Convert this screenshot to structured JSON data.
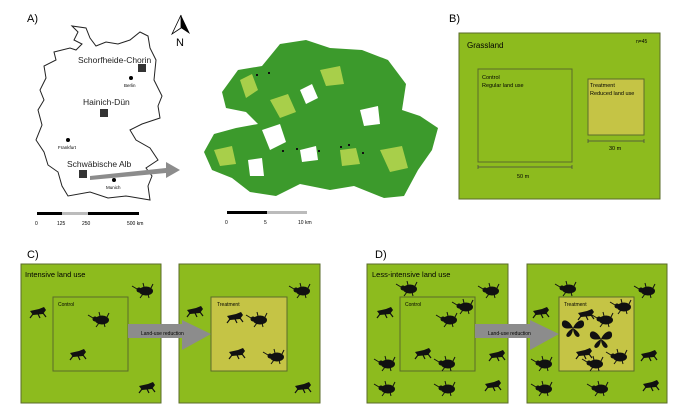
{
  "panelA": {
    "label": "A)",
    "north": "N",
    "sites": [
      "Schorfheide-Chorin",
      "Hainich-Dün",
      "Schwäbische Alb"
    ],
    "cities": [
      "Berlin",
      "Frankfurt",
      "Munich"
    ],
    "scale_germany": [
      "0",
      "125",
      "250",
      "500 km"
    ],
    "scale_region": [
      "0",
      "5",
      "10 km"
    ]
  },
  "panelB": {
    "label": "B)",
    "title": "Grassland",
    "n": "n=45",
    "control_1": "Control",
    "control_2": "Regular land use",
    "treatment_1": "Treatment",
    "treatment_2": "Reduced land use",
    "control_size": "50 m",
    "treatment_size": "30 m"
  },
  "panelC": {
    "label": "C)",
    "title": "Intensive land use",
    "control": "Control",
    "treatment": "Treatment",
    "arrow": "Land-use reduction"
  },
  "panelD": {
    "label": "D)",
    "title": "Less-intensive land use",
    "control": "Control",
    "treatment": "Treatment",
    "arrow": "Land-use reduction"
  },
  "colors": {
    "grass": "#8dbb1e",
    "treatment": "#c5c445",
    "border": "#5a6b2a",
    "arrow": "#8c8c8c"
  }
}
